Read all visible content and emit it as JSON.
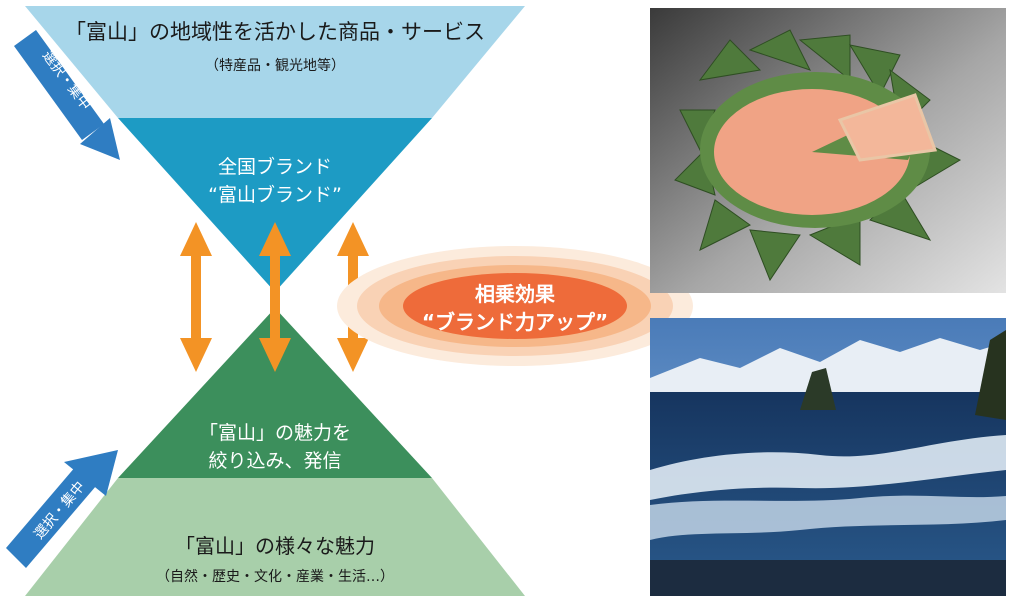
{
  "top_section": {
    "title": "「富山」の地域性を活かした商品・サービス",
    "subtitle": "（特産品・観光地等）"
  },
  "upper_brand": {
    "line1": "全国ブランド",
    "line2": "“富山ブランド”"
  },
  "lower_focus": {
    "line1": "「富山」の魅力を",
    "line2": "絞り込み、発信"
  },
  "bottom_section": {
    "title": "「富山」の様々な魅力",
    "subtitle": "（自然・歴史・文化・産業・生活…）"
  },
  "arrows": {
    "top_label": "選択・集中",
    "bottom_label": "選択・集中"
  },
  "synergy": {
    "line1": "相乗効果",
    "line2": "“ブランド力アップ”"
  },
  "colors": {
    "top_band": "#a7d6ea",
    "upper_triangle": "#1d9bc4",
    "lower_triangle": "#3c8f5c",
    "bottom_band": "#a8cfaa",
    "double_arrows": "#f39325",
    "diagonal_arrows": "#2f7dc2",
    "synergy_core": "#ee6b3a"
  },
  "images": [
    {
      "subject": "masu-zushi (trout sushi in bamboo leaves)"
    },
    {
      "subject": "Amaharashi coast with Tateyama mountains"
    }
  ]
}
